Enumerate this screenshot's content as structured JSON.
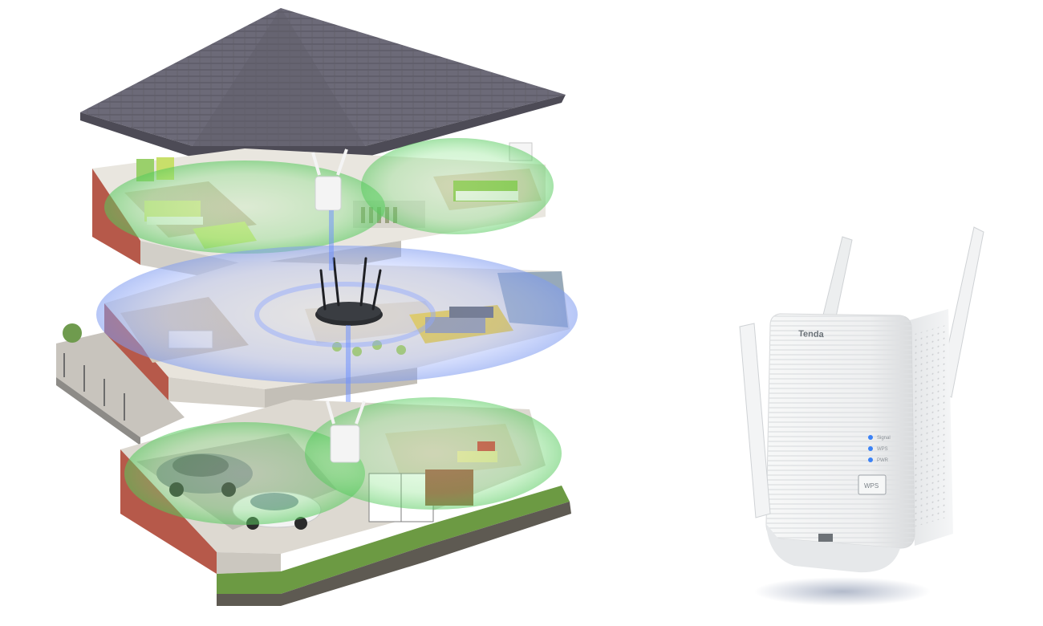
{
  "extender": {
    "brand": "Tenda",
    "led_labels": [
      "Signal",
      "WPS",
      "PWR"
    ],
    "wps_button_label": "WPS"
  },
  "colors": {
    "coverage_green": "#7be07b",
    "coverage_blue": "#7f9bf0",
    "roof": "#6c6a78",
    "extender_body": "#f1f2f3",
    "led_blue": "#3b82f6"
  }
}
